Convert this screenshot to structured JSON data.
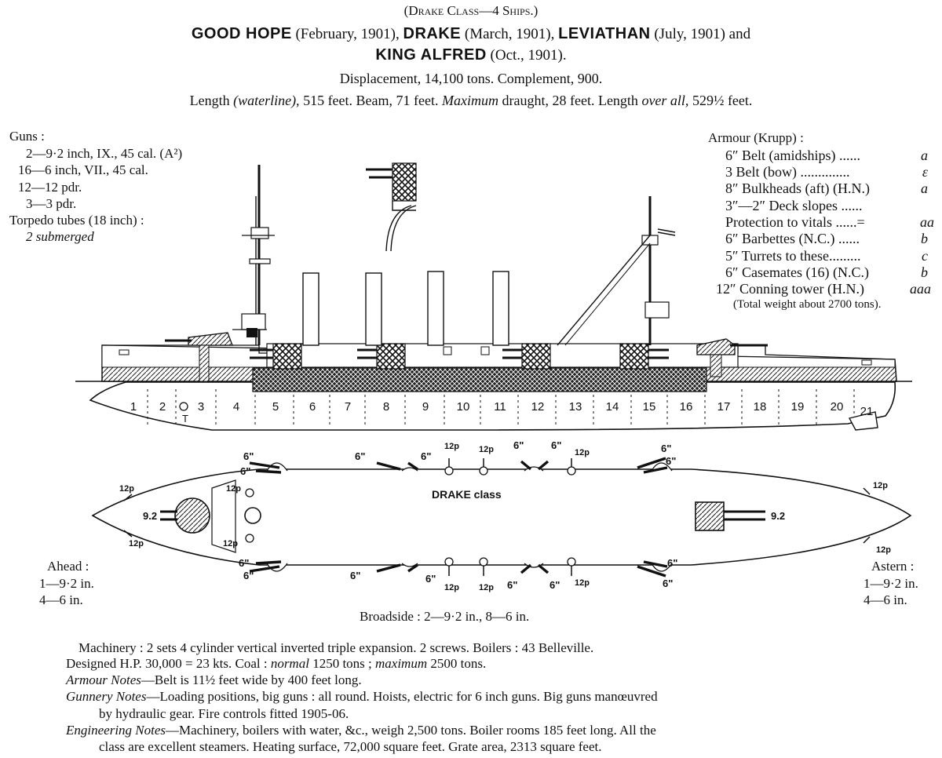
{
  "header": {
    "class_line": "(Drake Class—4 Ships.)",
    "ship1_name": "GOOD HOPE",
    "ship1_date": "(February, 1901),",
    "ship2_name": "DRAKE",
    "ship2_date": "(March, 1901),",
    "ship3_name": "LEVIATHAN",
    "ship3_date": "(July, 1901) and",
    "ship4_name": "KING ALFRED",
    "ship4_date": "(Oct., 1901).",
    "displacement_line": "Displacement, 14,100 tons.   Complement, 900.",
    "dimensions": {
      "length_label": "Length",
      "length_qual": "(waterline),",
      "length_val": "515 feet.   Beam, 71 feet.",
      "draught_qual": "Maximum",
      "draught_val": "draught, 28 feet.   Length",
      "overall_qual": "over all,",
      "overall_val": "529½ feet."
    }
  },
  "guns": {
    "title": "Guns :",
    "items": [
      "2—9·2 inch, IX., 45 cal. (A²)",
      "16—6 inch, VII., 45 cal.",
      "12—12 pdr.",
      "3—3 pdr."
    ],
    "torpedo_title": "Torpedo tubes (18 inch) :",
    "torpedo_item": "2 submerged"
  },
  "armour": {
    "title": "Armour (Krupp) :",
    "items": [
      {
        "label": "6″ Belt (amidships)  ......",
        "grade": "a"
      },
      {
        "label": "3 Belt (bow)  ..............",
        "grade": "ε"
      },
      {
        "label": "8″ Bulkheads (aft) (H.N.)",
        "grade": "a"
      },
      {
        "label": "3″—2″ Deck slopes  ......",
        "grade": ""
      },
      {
        "label": "Protection to vitals ......=",
        "grade": "aa"
      },
      {
        "label": "6″ Barbettes (N.C.)  ......",
        "grade": "b"
      },
      {
        "label": "5″ Turrets to these.........",
        "grade": "c"
      },
      {
        "label": "6″ Casemates (16) (N.C.)",
        "grade": "b"
      }
    ],
    "last_label": "12″ Conning tower (H.N.)",
    "last_grade": "aaa",
    "total": "(Total weight about 2700 tons)."
  },
  "profile": {
    "sections": [
      "1",
      "2",
      "3",
      "4",
      "5",
      "6",
      "7",
      "8",
      "9",
      "10",
      "11",
      "12",
      "13",
      "14",
      "15",
      "16",
      "17",
      "18",
      "19",
      "20",
      "21"
    ],
    "torpedo_mark": "T"
  },
  "plan": {
    "class_label": "DRAKE class",
    "gun_labels": {
      "main": "9.2",
      "six": "6\"",
      "twelve": "12p"
    }
  },
  "fire": {
    "ahead_title": "Ahead :",
    "ahead_1": "1—9·2 in.",
    "ahead_2": "4—6 in.",
    "astern_title": "Astern :",
    "astern_1": "1—9·2 in.",
    "astern_2": "4—6 in.",
    "broadside": "Broadside :  2—9·2 in., 8—6 in."
  },
  "notes": {
    "machinery": "Machinery :  2 sets 4 cylinder vertical inverted triple expansion.   2 screws.   Boilers :  43 Belleville.",
    "designed_a": "Designed H.P. 30,000 = 23 kts.   Coal :",
    "designed_normal": "normal",
    "designed_b": "1250 tons ;",
    "designed_max": "maximum",
    "designed_c": "2500 tons.",
    "armour_label": "Armour Notes",
    "armour_text": "—Belt is 11½ feet wide by 400 feet long.",
    "gunnery_label": "Gunnery Notes",
    "gunnery_text1": "—Loading positions, big guns : all round.   Hoists, electric for 6 inch guns.   Big guns manœuvred",
    "gunnery_text2": "by hydraulic gear.   Fire controls fitted 1905-06.",
    "engineering_label": "Engineering Notes",
    "engineering_text1": "—Machinery, boilers with water, &c., weigh 2,500 tons.   Boiler rooms 185 feet long.   All the",
    "engineering_text2": "class are excellent steamers.   Heating surface, 72,000 square feet.   Grate area, 2313 square feet."
  }
}
